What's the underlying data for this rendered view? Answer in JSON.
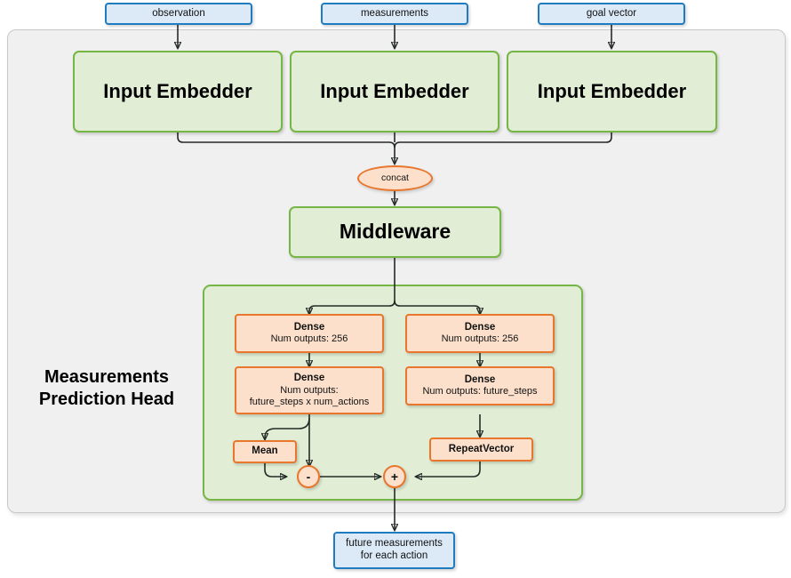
{
  "diagram": {
    "title": "Measurements Prediction Head",
    "inputs": [
      {
        "label": "observation"
      },
      {
        "label": "measurements"
      },
      {
        "label": "goal vector"
      }
    ],
    "embedders": [
      {
        "label": "Input Embedder"
      },
      {
        "label": "Input Embedder"
      },
      {
        "label": "Input Embedder"
      }
    ],
    "concat_op": {
      "label": "concat"
    },
    "middleware": {
      "label": "Middleware"
    },
    "head": {
      "label_line1": "Measurements",
      "label_line2": "Prediction Head",
      "left_branch": {
        "dense1": {
          "title": "Dense",
          "sub": "Num outputs: 256"
        },
        "dense2": {
          "title": "Dense",
          "sub1": "Num outputs:",
          "sub2": "future_steps x num_actions"
        },
        "mean": {
          "label": "Mean"
        }
      },
      "right_branch": {
        "dense1": {
          "title": "Dense",
          "sub": "Num outputs: 256"
        },
        "dense2": {
          "title": "Dense",
          "sub": "Num outputs: future_steps"
        },
        "repeat_vector": {
          "label": "RepeatVector"
        }
      },
      "subtract_op": {
        "label": "-"
      },
      "add_op": {
        "label": "+"
      }
    },
    "output": {
      "line1": "future measurements",
      "line2": "for each action"
    },
    "colors": {
      "panel_bg": "#f0f0f0",
      "panel_border": "#c8c8c8",
      "io_fill": "#dce9f7",
      "io_border": "#1f7cc0",
      "green_fill": "#e1eed5",
      "green_border": "#76b645",
      "orange_fill": "#fce0cc",
      "orange_border": "#e8762c",
      "edge": "#262a26"
    }
  }
}
